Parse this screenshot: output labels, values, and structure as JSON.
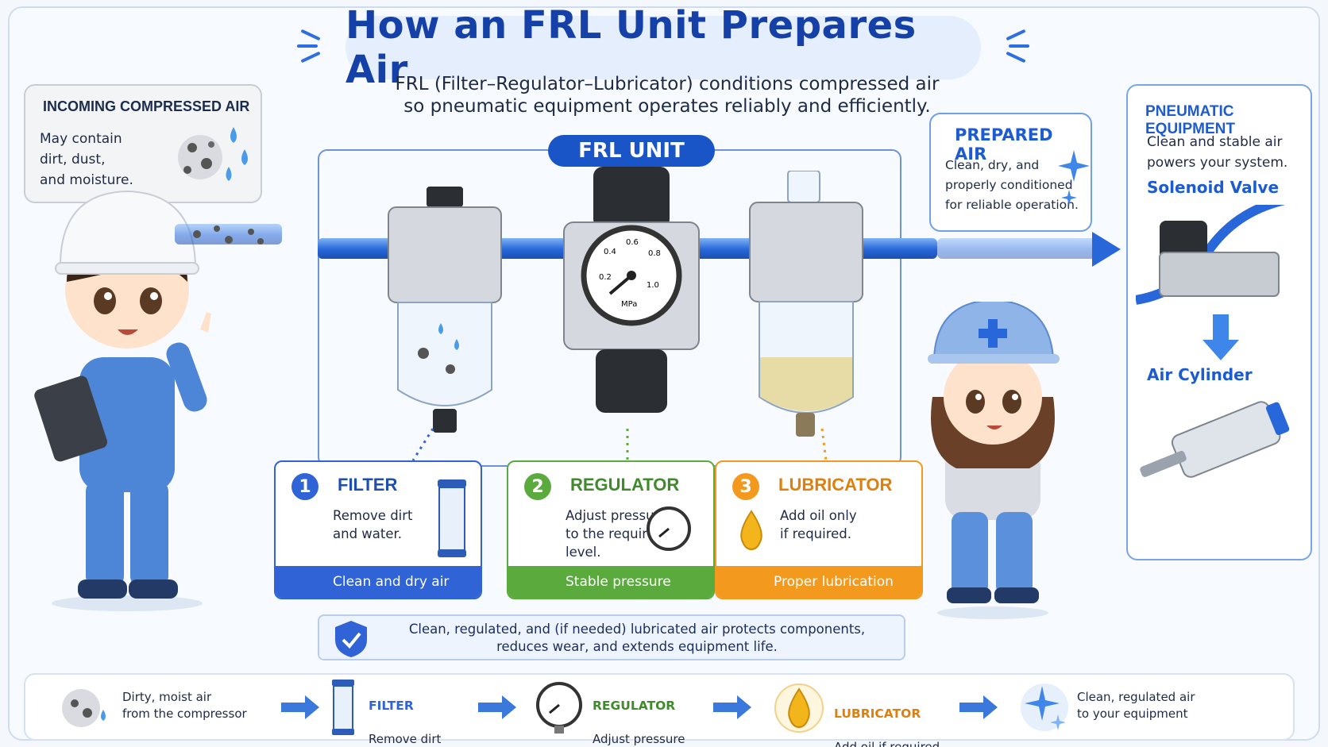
{
  "title": "How an FRL Unit Prepares Air",
  "subtitle_line1": "FRL (Filter–Regulator–Lubricator) conditions compressed air",
  "subtitle_line2": "so pneumatic equipment operates reliably and efficiently.",
  "incoming": {
    "title": "INCOMING COMPRESSED AIR",
    "desc": "May contain\ndirt, dust,\nand moisture."
  },
  "frl_label": "FRL UNIT",
  "gauge": {
    "unit": "MPa",
    "ticks": [
      "0.2",
      "0.4",
      "0.6",
      "0.8",
      "1.0"
    ]
  },
  "prepared": {
    "title": "PREPARED AIR",
    "desc": "Clean, dry, and\nproperly conditioned\nfor reliable operation."
  },
  "equipment": {
    "title": "PNEUMATIC EQUIPMENT",
    "desc": "Clean and stable air\npowers your system.",
    "solenoid": "Solenoid Valve",
    "cylinder": "Air Cylinder"
  },
  "steps": [
    {
      "num": "1",
      "title": "FILTER",
      "desc": "Remove dirt\nand water.",
      "band": "Clean and dry air"
    },
    {
      "num": "2",
      "title": "REGULATOR",
      "desc": "Adjust pressure\nto the required\nlevel.",
      "band": "Stable pressure"
    },
    {
      "num": "3",
      "title": "LUBRICATOR",
      "desc": "Add oil only\nif required.",
      "band": "Proper lubrication"
    }
  ],
  "protect_text": "Clean, regulated, and (if needed) lubricated air protects components,\nreduces wear, and extends equipment life.",
  "flow": {
    "dirty": "Dirty, moist air\nfrom the compressor",
    "filter_title": "FILTER",
    "filter_desc": "Remove dirt\nand water",
    "regulator_title": "REGULATOR",
    "regulator_desc": "Adjust pressure\nto the right level",
    "lubricator_title": "LUBRICATOR",
    "lubricator_desc": "Add oil if required",
    "clean": "Clean, regulated air\nto your equipment"
  },
  "colors": {
    "filter": "#2f63d6",
    "regulator": "#5aaa3e",
    "lubricator": "#f39a1e",
    "title": "#1540a8"
  }
}
